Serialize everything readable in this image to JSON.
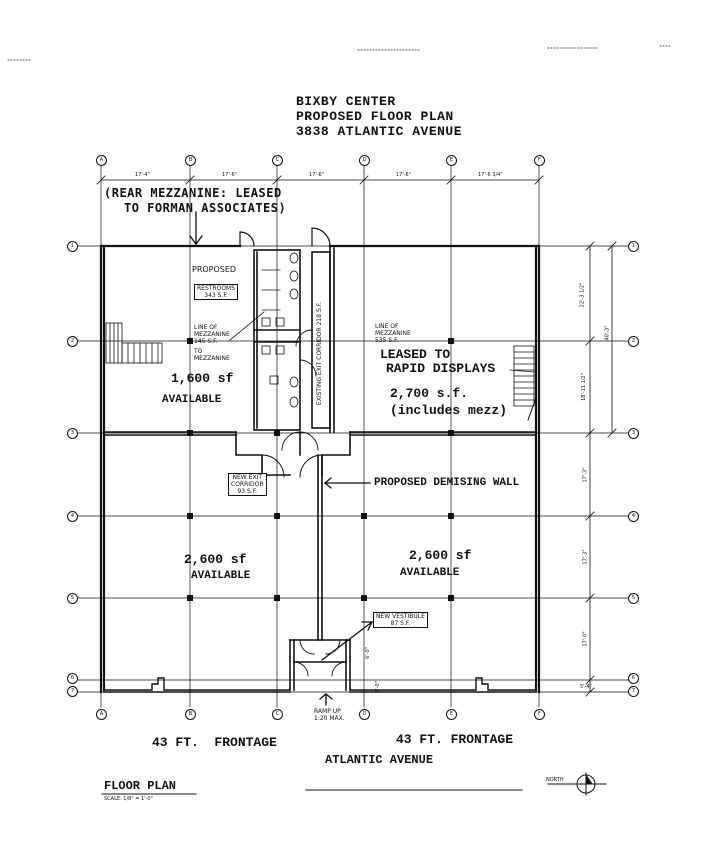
{
  "title": {
    "line1": "BIXBY CENTER",
    "line2": "PROPOSED FLOOR PLAN",
    "line3": "3838 ATLANTIC AVENUE"
  },
  "column_labels": [
    "A",
    "B",
    "C",
    "D",
    "E",
    "F"
  ],
  "row_labels": [
    "1",
    "2",
    "3",
    "4",
    "5",
    "6",
    "7"
  ],
  "top_dimensions": [
    "17'-4\"",
    "17'-6\"",
    "17'-6\"",
    "17'-6\"",
    "17'-6 3/4\""
  ],
  "right_dimensions": [
    "22'-3 1/2\"",
    "18'-11 1/2\"",
    "17'-3\"",
    "17'-3\"",
    "17'-0\"",
    "5'-4\""
  ],
  "right_total": "40'-3\"",
  "annotations": {
    "rear_mezzanine_line1": "REAR MEZZANINE: LEASED",
    "rear_mezzanine_line2": "TO FORMAN ASSOCIATES",
    "proposed": "PROPOSED",
    "restrooms_line1": "RESTROOMS",
    "restrooms_line2": "343 S.F.",
    "mezz_left_line1": "LINE OF",
    "mezz_left_line2": "MEZZANINE",
    "mezz_left_line3": "145 S.F.",
    "mezz_right_line1": "LINE OF",
    "mezz_right_line2": "MEZZANINE",
    "mezz_right_line3": "535 S.F.",
    "to_mezzanine_line1": "TO",
    "to_mezzanine_line2": "MEZZANINE",
    "exist_corridor": "EXISTING EXIT CORRIDOR",
    "exist_corridor_sf": "218 S.F.",
    "new_exit_line1": "NEW EXIT",
    "new_exit_line2": "CORRIDOR",
    "new_exit_line3": "93 S.F.",
    "demising_wall": "PROPOSED DEMISING WALL",
    "new_vestibule_line1": "NEW VESTIBULE",
    "new_vestibule_line2": "87 S.F.",
    "ramp_line1": "RAMP UP",
    "ramp_line2": "1:20 MAX.",
    "dim_vestibule_1": "6'-0\"",
    "dim_vestibule_2": "5'-0\""
  },
  "spaces": {
    "top_left_area": "1,600 sf",
    "top_left_status": "AVAILABLE",
    "top_right_line1": "LEASED TO",
    "top_right_line2": "RAPID DISPLAYS",
    "top_right_area": "2,700 s.f.",
    "top_right_note": "(includes mezz)",
    "bottom_left_area": "2,600 sf",
    "bottom_left_status": "AVAILABLE",
    "bottom_right_area": "2,600 sf",
    "bottom_right_status": "AVAILABLE"
  },
  "frontage_left": "43 FT.  FRONTAGE",
  "frontage_right": "43 FT. FRONTAGE",
  "street": "ATLANTIC AVENUE",
  "footer": {
    "label": "FLOOR PLAN",
    "scale": "SCALE: 1/8\" = 1'-0\"",
    "north": "NORTH"
  }
}
